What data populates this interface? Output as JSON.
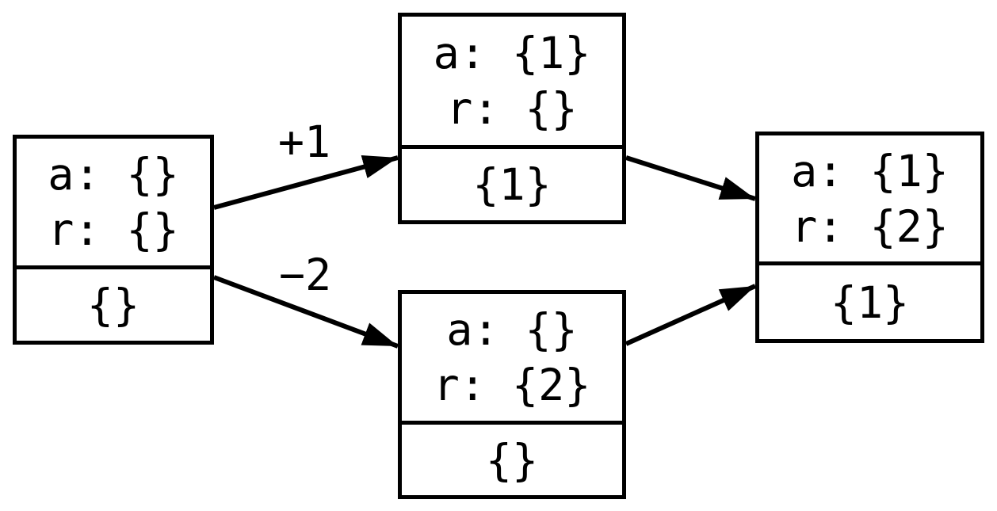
{
  "diagram": {
    "kind": "state-transition-graph",
    "colors": {
      "stroke": "#000000",
      "background": "#ffffff",
      "text": "#000000"
    },
    "nodes": [
      {
        "id": "initial",
        "line1": "a: {}",
        "line2": "r: {}",
        "value": "{}"
      },
      {
        "id": "after-plus1",
        "line1": "a: {1}",
        "line2": "r: {}",
        "value": "{1}"
      },
      {
        "id": "after-minus2",
        "line1": "a: {}",
        "line2": "r: {2}",
        "value": "{}"
      },
      {
        "id": "merged",
        "line1": "a: {1}",
        "line2": "r: {2}",
        "value": "{1}"
      }
    ],
    "edges": [
      {
        "from": "initial",
        "to": "after-plus1",
        "label": "+1"
      },
      {
        "from": "initial",
        "to": "after-minus2",
        "label": "−2"
      },
      {
        "from": "after-plus1",
        "to": "merged",
        "label": ""
      },
      {
        "from": "after-minus2",
        "to": "merged",
        "label": ""
      }
    ]
  }
}
